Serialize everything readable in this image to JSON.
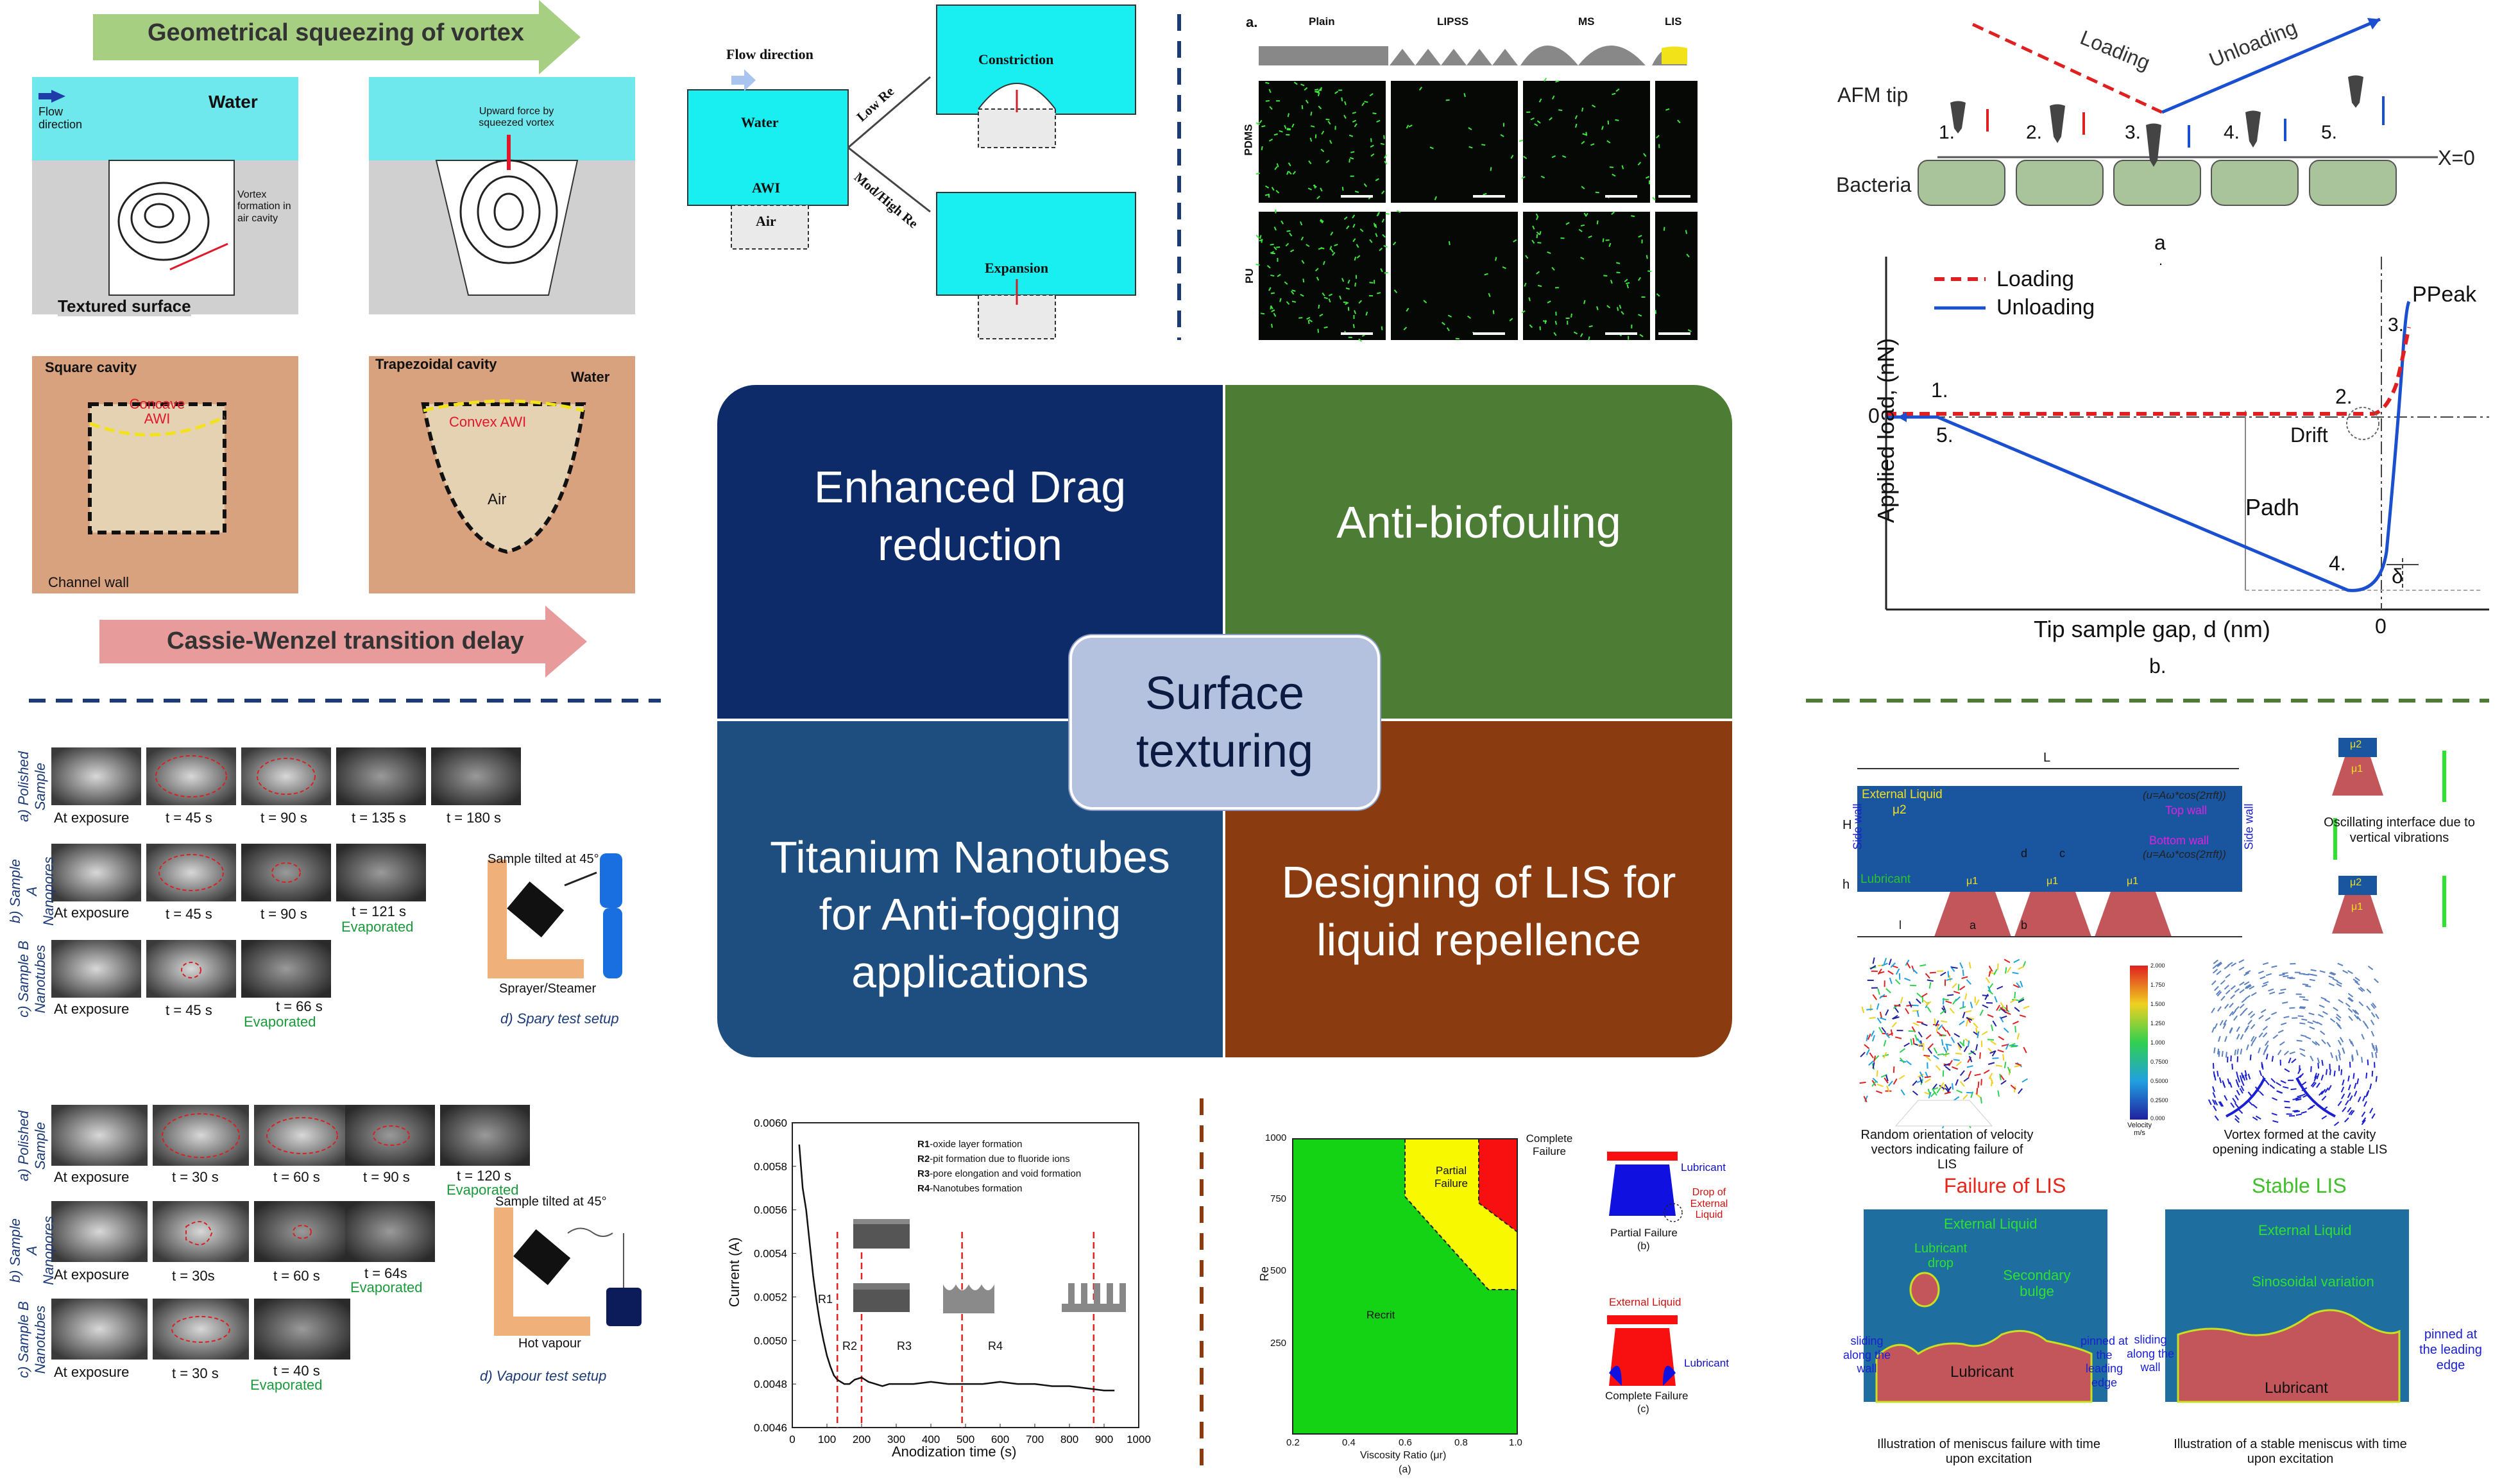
{
  "center": {
    "hub": "Surface texturing",
    "q1": "Enhanced Drag reduction",
    "q2": "Anti-biofouling",
    "q3": "Titanium Nanotubes for Anti-fogging applications",
    "q4": "Designing of LIS for liquid repellence",
    "colors": {
      "q1": "#0c2b68",
      "q2": "#4d7c35",
      "q3": "#1e4d80",
      "q4": "#8a3c10",
      "hub": "#b4c2e0"
    }
  },
  "vortex": {
    "top_arrow": "Geometrical squeezing of vortex",
    "bottom_arrow": "Cassie-Wenzel transition delay",
    "water": "Water",
    "flow": "Flow direction",
    "upward": "Upward force by squeezed vortex",
    "vortex_note": "Vortex formation in air cavity",
    "textured": "Textured surface",
    "square": "Square cavity",
    "trap": "Trapezoidal cavity",
    "water2": "Water",
    "concave": "Concave AWI",
    "convex": "Convex AWI",
    "air": "Air",
    "channel_wall": "Channel wall"
  },
  "awi": {
    "flow": "Flow direction",
    "water": "Water",
    "awi": "AWI",
    "air": "Air",
    "low_re": "Low Re",
    "mod_re": "Mod/High Re",
    "constriction": "Constriction",
    "expansion": "Expansion"
  },
  "biofouling": {
    "panel": "a.",
    "cols": [
      "Plain",
      "LIPSS",
      "MS",
      "LIS"
    ],
    "rows": [
      "PDMS",
      "PU"
    ]
  },
  "afm": {
    "loading": "Loading",
    "unloading": "Unloading",
    "tip": "AFM tip",
    "bacteria": "Bacteria",
    "x0": "X=0",
    "steps": [
      "1.",
      "2.",
      "3.",
      "4.",
      "5."
    ],
    "sub_a": "a",
    "dot": ".",
    "legend_loading": "Loading",
    "legend_unloading": "Unloading",
    "ylabel": "Applied load, (nN)",
    "xlabel": "Tip sample gap, d (nm)",
    "zero_y": "0",
    "zero_x": "0",
    "drift": "Drift",
    "padh": "Padh",
    "ppeak": "PPeak",
    "delta": "δ",
    "sub_b": "b.",
    "colors": {
      "loading": "#e02020",
      "unloading": "#1a4fd0"
    }
  },
  "fog1": {
    "rows": [
      {
        "label": "a) Polished Sample",
        "frames": [
          "At exposure",
          "t = 45 s",
          "t = 90 s",
          "t = 135 s",
          "t = 180 s"
        ],
        "evap": ""
      },
      {
        "label": "b) Sample A Nanopores",
        "frames": [
          "At exposure",
          "t = 45 s",
          "t = 90 s",
          "t = 121 s"
        ],
        "evap": "Evaporated"
      },
      {
        "label": "c) Sample B Nanotubes",
        "frames": [
          "At exposure",
          "t = 45 s",
          "t = 66 s"
        ],
        "evap": "Evaporated"
      }
    ],
    "setup_title": "Sample tilted at 45°",
    "device": "Sprayer/Steamer",
    "caption": "d) Spary test setup"
  },
  "fog2": {
    "rows": [
      {
        "label": "a) Polished Sample",
        "frames": [
          "At exposure",
          "t = 30 s",
          "t = 60 s",
          "t = 90 s",
          "t = 120 s"
        ],
        "evap": "Evaporated"
      },
      {
        "label": "b) Sample A Nanopores",
        "frames": [
          "At exposure",
          "t = 30s",
          "t = 60 s",
          "t = 64s"
        ],
        "evap": "Evaporated"
      },
      {
        "label": "c) Sample B Nanotubes",
        "frames": [
          "At exposure",
          "t = 30 s",
          "t = 40 s"
        ],
        "evap": "Evaporated"
      }
    ],
    "setup_title": "Sample tilted at 45°",
    "device": "Hot vapour",
    "caption": "d) Vapour test setup"
  },
  "chart_data": {
    "type": "line",
    "xlabel": "Anodization time (s)",
    "ylabel": "Current (A)",
    "xlim": [
      0,
      1000
    ],
    "ylim": [
      0.0046,
      0.006
    ],
    "xticks": [
      0,
      100,
      200,
      300,
      400,
      500,
      600,
      700,
      800,
      900,
      1000
    ],
    "yticks": [
      0.0046,
      0.0048,
      0.005,
      0.0052,
      0.0054,
      0.0056,
      0.0058,
      0.006
    ],
    "x": [
      20,
      25,
      30,
      40,
      50,
      60,
      70,
      80,
      90,
      100,
      110,
      120,
      130,
      140,
      150,
      165,
      180,
      200,
      220,
      240,
      260,
      280,
      300,
      350,
      400,
      450,
      500,
      550,
      600,
      650,
      700,
      750,
      800,
      850,
      900,
      930
    ],
    "y": [
      0.0059,
      0.0058,
      0.0057,
      0.0056,
      0.00545,
      0.0053,
      0.00518,
      0.00508,
      0.005,
      0.00493,
      0.00488,
      0.00484,
      0.00482,
      0.00481,
      0.0048,
      0.0048,
      0.00482,
      0.00483,
      0.00481,
      0.0048,
      0.00479,
      0.0048,
      0.0048,
      0.0048,
      0.00481,
      0.0048,
      0.0048,
      0.0048,
      0.00481,
      0.0048,
      0.0048,
      0.00479,
      0.00479,
      0.00478,
      0.00477,
      0.00477
    ],
    "regions": [
      "R1",
      "R2",
      "R3",
      "R4"
    ],
    "dashed_x": [
      130,
      200,
      490,
      870
    ],
    "legend": [
      {
        "key": "R1",
        "text": "-oxide layer formation"
      },
      {
        "key": "R2",
        "text": "-pit formation due to fluoride ions"
      },
      {
        "key": "R3",
        "text": "-pore elongation and void formation"
      },
      {
        "key": "R4",
        "text": "-Nanotubes formation"
      }
    ]
  },
  "phase": {
    "ylabel": "Re",
    "xlabel": "Viscosity Ratio (μr)",
    "sub": "(a)",
    "complete": "Complete Failure",
    "partial": "Partial Failure",
    "recrit": "Recrit",
    "yticks": [
      "250",
      "500",
      "750",
      "1000"
    ],
    "xticks": [
      "0.2",
      "0.4",
      "0.6",
      "0.8",
      "1.0"
    ],
    "lubricant": "Lubricant",
    "drop": "Drop of External Liquid",
    "partial_fail": "Partial Failure",
    "sub_b": "(b)",
    "ext": "External Liquid",
    "lubricant2": "Lubricant",
    "complete_fail": "Complete Failure",
    "sub_c": "(c)"
  },
  "lis": {
    "L": "L",
    "H": "H",
    "h": "h",
    "side_wall": "Side wall",
    "ext": "External Liquid",
    "mu2": "μ2",
    "mu1": "μ1",
    "u_top": "(u=Aω*cos(2πft))",
    "u_bottom": "(u=Aω*cos(2πft))",
    "top_wall": "Top wall",
    "bottom_wall": "Bottom wall",
    "lubricant": "Lubricant",
    "dims": [
      "l",
      "a",
      "b",
      "d",
      "c"
    ],
    "osc": "Oscillating interface due to vertical vibrations",
    "rand": "Random orientation of velocity vectors indicating failure of LIS",
    "vortex": "Vortex formed at the cavity opening indicating a stable LIS",
    "velocity": "Velocity m/s",
    "cb_ticks": [
      "2.000",
      "1.750",
      "1.500",
      "1.250",
      "1.000",
      "0.7500",
      "0.5000",
      "0.2500",
      "0.000"
    ],
    "failure": "Failure of LIS",
    "stable": "Stable LIS",
    "ext_l": "External Liquid",
    "drop": "Lubricant drop",
    "bulge": "Secondary bulge",
    "sliding": "sliding along the wall",
    "pinned": "pinned at the leading edge",
    "lub": "Lubricant",
    "ext_r": "External Liquid",
    "sinus": "Sinosoidal variation",
    "sliding2": "sliding along the wall",
    "pinned2": "pinned at the leading edge",
    "lub2": "Lubricant",
    "cap_l": "Illustration of meniscus failure with time upon excitation",
    "cap_r": "Illustration of a stable meniscus with time upon excitation",
    "colors": {
      "failure": "#e8271a",
      "stable": "#3fbf2a"
    }
  }
}
